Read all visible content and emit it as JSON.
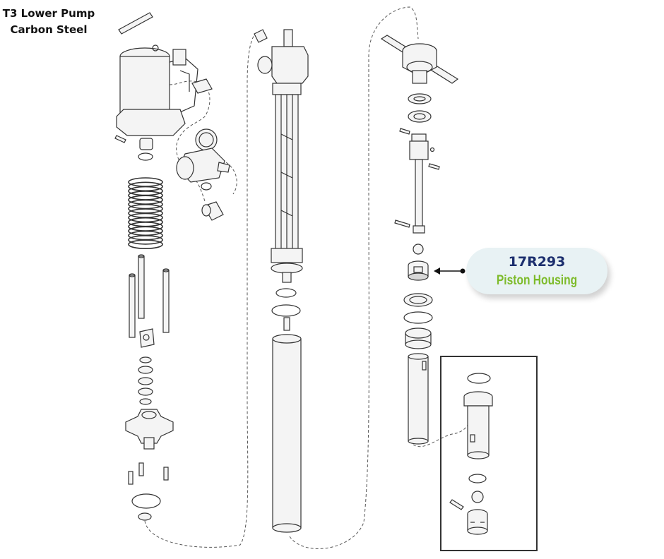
{
  "title": {
    "line1": "T3 Lower Pump",
    "line2": "Carbon Steel"
  },
  "callout": {
    "part_number": "17R293",
    "part_name": "Piston Housing"
  },
  "colors": {
    "part_number_color": "#1c2f6e",
    "part_name_color": "#7dbb2a",
    "callout_background": "#e8f2f4",
    "line_color": "#333333"
  }
}
